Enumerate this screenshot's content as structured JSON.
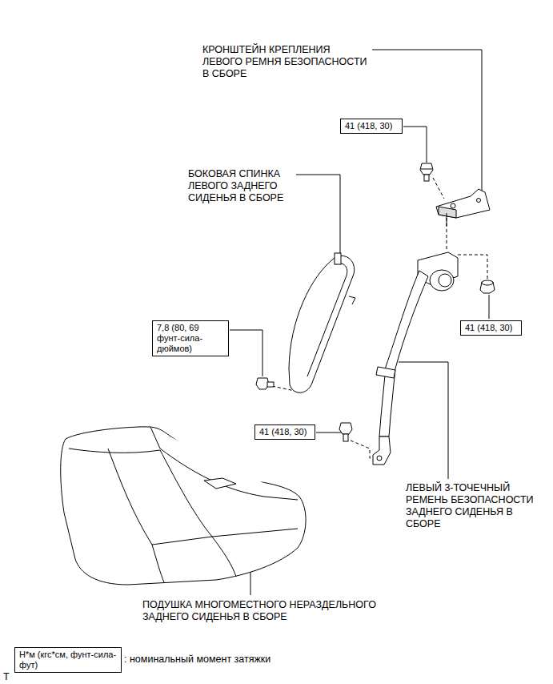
{
  "diagram": {
    "nodes": [
      {
        "text": [
          "41 (418, 30)"
        ]
      },
      {
        "text": [
          "7,8 (80, 69 фунт-сила-дюймов)"
        ]
      },
      {
        "text": [
          "41 (418, 30)"
        ]
      },
      {
        "text": [
          "41 (418, 30)"
        ]
      },
      {
        "text": [
          "Н*м (кгс*см, фунт-сила-фут)"
        ]
      }
    ],
    "labels": [
      "КРОНШТЕЙН КРЕПЛЕНИЯ ЛЕВОГО РЕМНЯ БЕЗОПАСНОСТИ В СБОРЕ",
      "БОКОВАЯ СПИНКА ЛЕВОГО ЗАДНЕГО СИДЕНЬЯ В СБОРЕ",
      "ЛЕВЫЙ 3-ТОЧЕЧНЫЙ РЕМЕНЬ БЕЗОПАСНОСТИ ЗАДНЕГО СИДЕНЬЯ В СБОРЕ",
      "ПОДУШКА МНОГОМЕСТНОГО НЕРАЗДЕЛЬНОГО ЗАДНЕГО СИДЕНЬЯ В СБОРЕ",
      ": номинальный момент затяжки",
      "T"
    ]
  }
}
